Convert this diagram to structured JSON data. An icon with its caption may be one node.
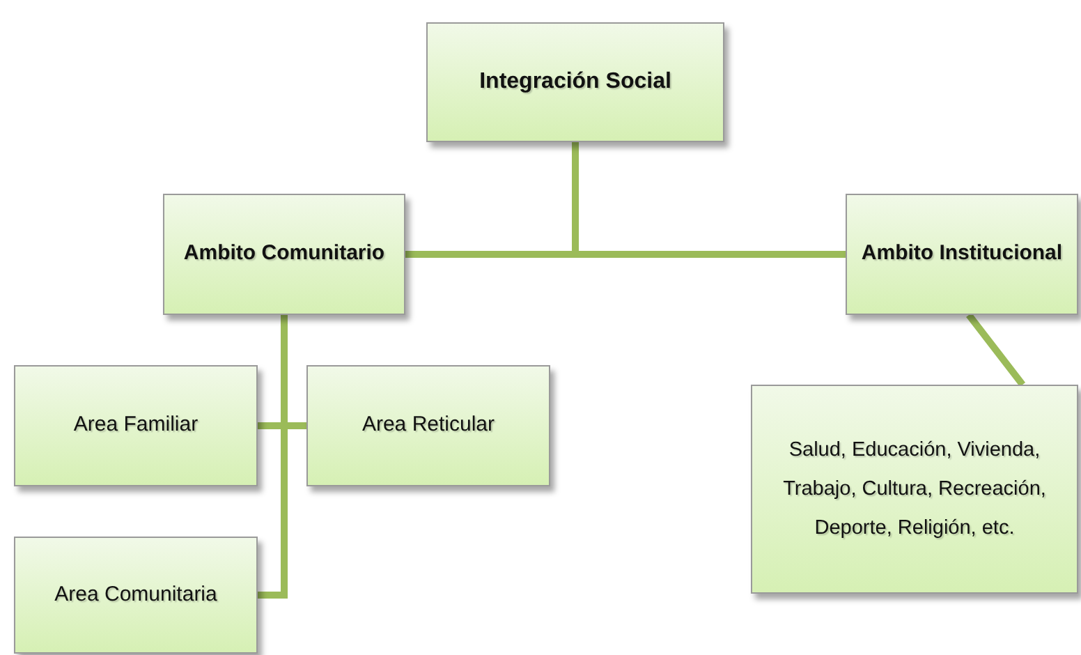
{
  "diagram": {
    "nodes": [
      {
        "text": [
          "Integración Social"
        ]
      },
      {
        "text": [
          "Ambito Comunitario"
        ]
      },
      {
        "text": [
          "Ambito Institucional"
        ]
      },
      {
        "text": [
          "Area Familiar"
        ]
      },
      {
        "text": [
          "Area Reticular"
        ]
      },
      {
        "text": [
          "Area Comunitaria"
        ]
      },
      {
        "text": [
          "Salud, Educación, Vivienda, Trabajo, Cultura, Recreación, Deporte, Religión, etc."
        ]
      }
    ],
    "edges": [
      {
        "from": 0,
        "to": 1,
        "arrow": "none"
      },
      {
        "from": 0,
        "to": 2,
        "arrow": "none"
      },
      {
        "from": 1,
        "to": 3,
        "arrow": "none"
      },
      {
        "from": 1,
        "to": 4,
        "arrow": "none"
      },
      {
        "from": 1,
        "to": 5,
        "arrow": "none"
      },
      {
        "from": 2,
        "to": 6,
        "arrow": "none"
      }
    ]
  }
}
